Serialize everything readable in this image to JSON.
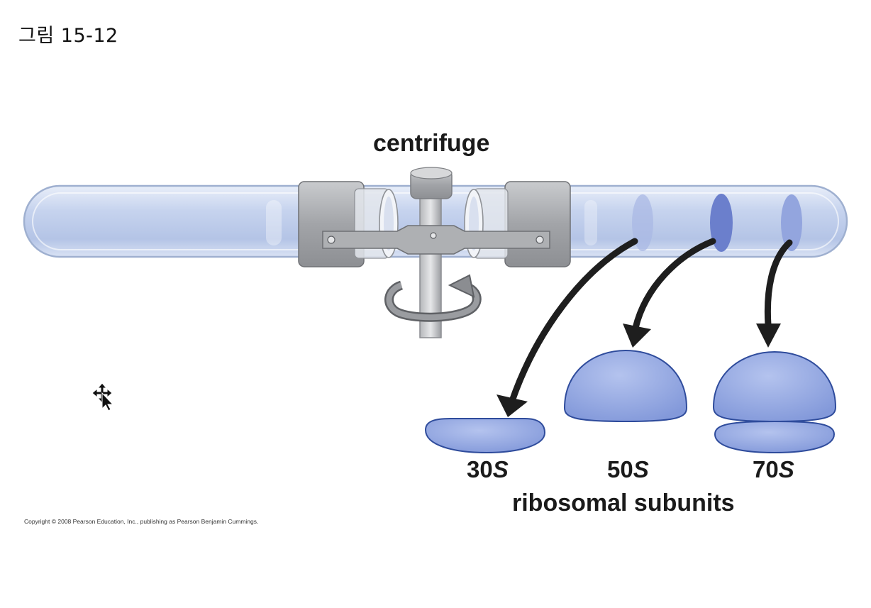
{
  "figure": {
    "title": "그림 15-12",
    "copyright": "Copyright © 2008 Pearson Education, Inc., publishing as Pearson Benjamin Cummings."
  },
  "labels": {
    "centrifuge": "centrifuge",
    "ribosomal_subunits": "ribosomal subunits"
  },
  "subunits": [
    {
      "number": "30",
      "unit": "S"
    },
    {
      "number": "50",
      "unit": "S"
    },
    {
      "number": "70",
      "unit": "S"
    }
  ],
  "colors": {
    "tube_fill": "#c9d6ee",
    "tube_stroke": "#8fa3c9",
    "band_dark": "#6c7fcb",
    "subunit_fill": "#93a7e2",
    "subunit_stroke": "#2e4a9a",
    "machine_gray": "#a6a8ab",
    "arrow": "#1b1b1b"
  },
  "icons": {
    "rotation": "rotation-arrow-icon",
    "cursor": "move-cursor-icon"
  }
}
